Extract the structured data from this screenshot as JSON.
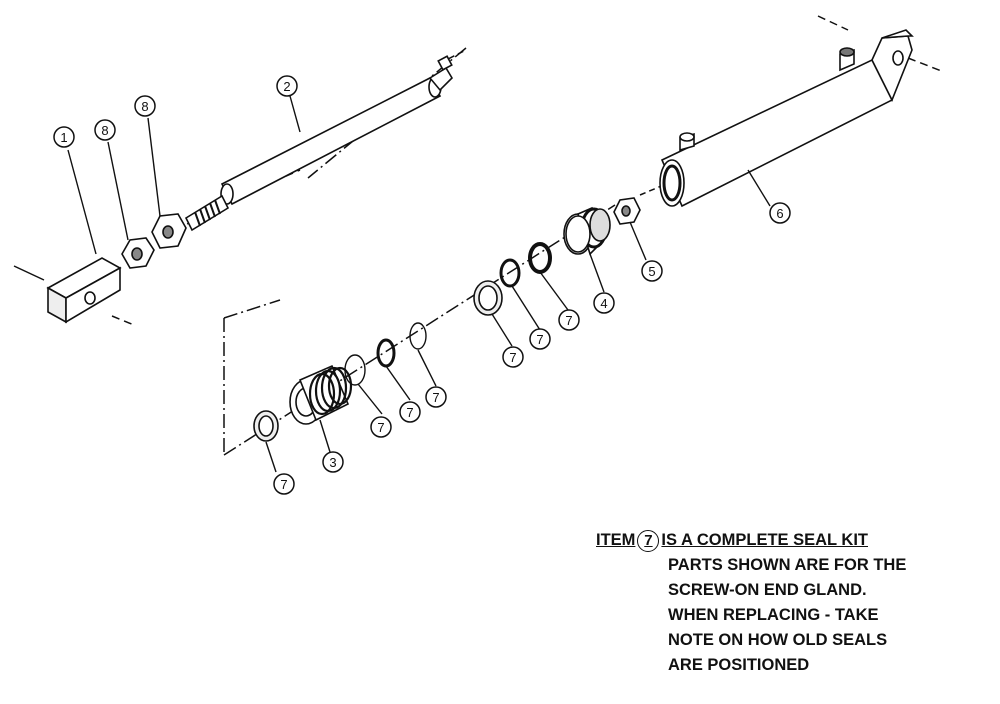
{
  "callouts": {
    "c1": "1",
    "c2": "2",
    "c3": "3",
    "c4": "4",
    "c5": "5",
    "c6": "6",
    "c8a": "8",
    "c8b": "8",
    "c7_1": "7",
    "c7_2": "7",
    "c7_3": "7",
    "c7_4": "7",
    "c7_5": "7",
    "c7_6": "7",
    "c7_7": "7"
  },
  "note": {
    "item_prefix": "ITEM",
    "item_number": "7",
    "item_suffix": "IS A COMPLETE SEAL KIT",
    "lines": [
      "PARTS SHOWN ARE FOR THE",
      "SCREW-ON END GLAND.",
      "WHEN REPLACING - TAKE",
      "NOTE ON HOW OLD SEALS",
      "ARE POSITIONED"
    ]
  }
}
